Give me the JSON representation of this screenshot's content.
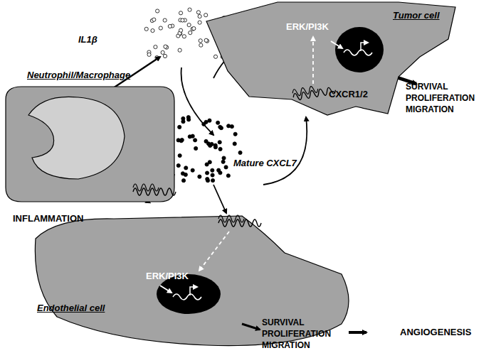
{
  "diagram": {
    "nodes": [
      {
        "text": [
          "Tumor cell",
          "ERK/PI3K"
        ]
      },
      {
        "text": [
          "Neutrophil/Macrophage"
        ]
      },
      {
        "text": [
          "Endothelial cell",
          "ERK/PI3K"
        ]
      }
    ],
    "labels": [
      "IL1β",
      "CXCR1/2",
      "SURVIVAL PROLIFERATION MIGRATION",
      "Mature CXCL7",
      "INFLAMMATION",
      "SURVIVAL PROLIFERATION MIGRATION",
      "ANGIOGENESIS"
    ]
  }
}
